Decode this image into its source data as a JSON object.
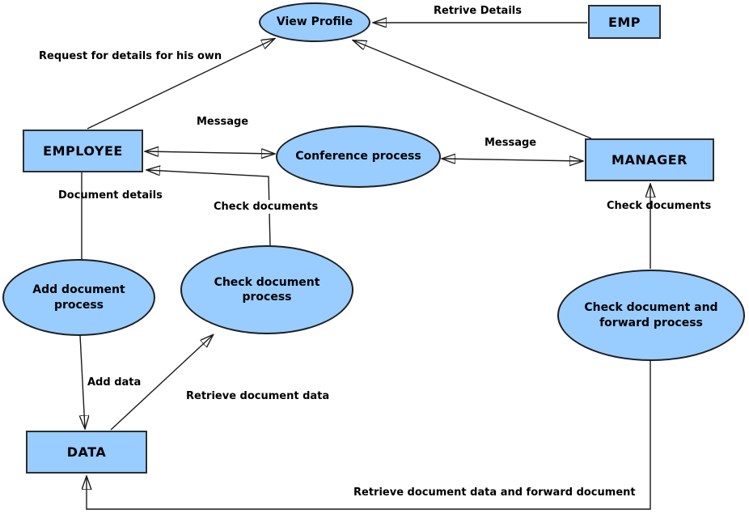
{
  "diagram": {
    "nodes": {
      "emp": "EMP",
      "employee": "EMPLOYEE",
      "manager": "MANAGER",
      "data": "DATA",
      "view_profile": "View Profile",
      "conference_process": "Conference process",
      "add_document_process": "Add document process",
      "check_document_process": "Check document process",
      "check_forward_process": "Check document and forward process"
    },
    "edge_labels": {
      "retrive_details": "Retrive Details",
      "request_for_details": "Request for details for his own",
      "message_employee": "Message",
      "message_manager": "Message",
      "document_details": "Document details",
      "check_documents_employee": "Check documents",
      "check_documents_manager": "Check documents",
      "add_data": "Add data",
      "retrieve_document_data": "Retrieve document data",
      "retrieve_and_forward": "Retrieve document data and forward document"
    },
    "colors": {
      "node_fill": "#99CCFF",
      "node_border": "#2e2e2e",
      "connector": "#1a1a1a",
      "label_text": "#000000",
      "background": "#FFFFFF"
    }
  }
}
